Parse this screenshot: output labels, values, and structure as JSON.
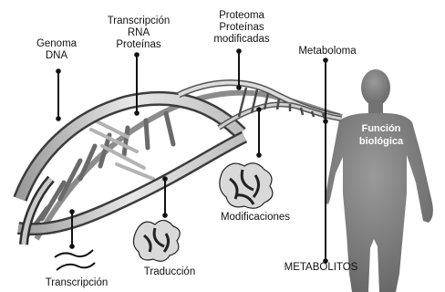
{
  "labels": {
    "genoma": [
      "Genoma",
      "DNA"
    ],
    "transcripcion_top": [
      "Transcripción",
      "RNA",
      "Proteínas"
    ],
    "proteoma": [
      "Proteoma",
      "Proteínas",
      "modificadas"
    ],
    "metaboloma": "Metaboloma",
    "funcion": [
      "Función",
      "biológica"
    ],
    "modificaciones": "Modificaciones",
    "traduccion": "Traducción",
    "metabolitos": "METABOLITOS",
    "transcripcion_bottom": "Transcripción"
  },
  "colors": {
    "ink": "#111111",
    "silhouette": "#7a7a7a",
    "helix_dark": "#5a5a5a",
    "helix_light": "#d6d6d6"
  }
}
